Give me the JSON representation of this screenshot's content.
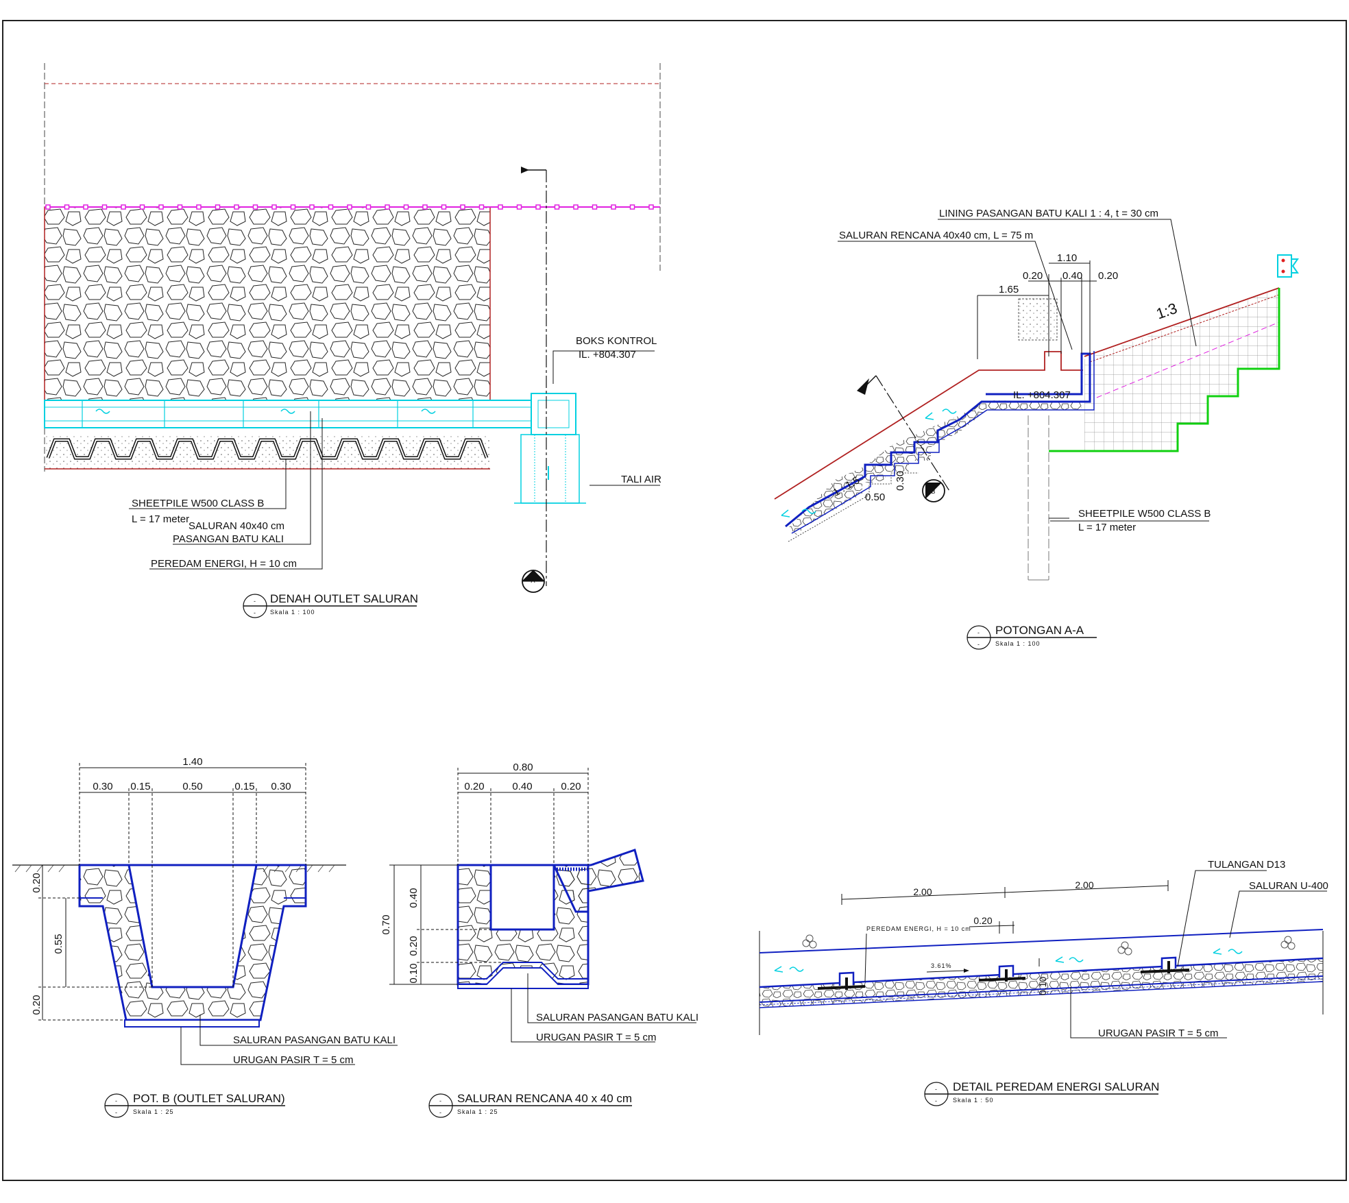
{
  "colors": {
    "blue": "#1020c0",
    "cyan": "#00d0e0",
    "magenta": "#e020e0",
    "red": "#b02020",
    "green": "#10d010",
    "grid": "#8a8a8a"
  },
  "denah": {
    "title": "DENAH OUTLET SALURAN",
    "scale": "Skala 1 : 100",
    "marker": "-",
    "boks_title": "BOKS KONTROL",
    "boks_il": "IL. +804.307",
    "tali_air": "TALI AIR",
    "sheetpile": "SHEETPILE W500 CLASS B",
    "sheetpile_len": "L = 17 meter",
    "saluran": "SALURAN 40x40 cm",
    "pasangan": "PASANGAN BATU KALI",
    "peredam": "PEREDAM ENERGI, H = 10 cm",
    "section_mark": "A"
  },
  "potongan": {
    "title": "POTONGAN A-A",
    "scale": "Skala 1 : 100",
    "marker": "-",
    "lining": "LINING PASANGAN BATU KALI 1 : 4, t = 30 cm",
    "saluran": "SALURAN RENCANA 40x40 cm, L = 75 m",
    "dim_total": "1.10",
    "dim_a": "0.20",
    "dim_b": "0.40",
    "dim_c": "0.20",
    "dim_top": "1.65",
    "slope_top": "1:3",
    "slope_lower": "1 : 1.5",
    "il": "IL. +804.307",
    "step_w": "0.50",
    "step_h": "0.30",
    "section_mark": "B",
    "sheetpile": "SHEETPILE W500 CLASS B",
    "sheetpile_len": "L = 17 meter"
  },
  "potb": {
    "title": "POT. B (OUTLET SALURAN)",
    "scale": "Skala 1 : 25",
    "marker": "-",
    "dim_total": "1.40",
    "dims": [
      "0.30",
      "0.15",
      "0.50",
      "0.15",
      "0.30"
    ],
    "vdims": [
      "0.20",
      "0.55",
      "0.20"
    ],
    "label_saluran": "SALURAN PASANGAN BATU KALI",
    "label_urugan": "URUGAN PASIR T = 5 cm"
  },
  "rencana": {
    "title": "SALURAN RENCANA 40 x 40 cm",
    "scale": "Skala 1 : 25",
    "marker": "-",
    "dim_total": "0.80",
    "dims": [
      "0.20",
      "0.40",
      "0.20"
    ],
    "vdim_total": "0.70",
    "vdims": [
      "0.40",
      "0.20",
      "0.10"
    ],
    "label_saluran": "SALURAN PASANGAN BATU KALI",
    "label_urugan": "URUGAN PASIR T = 5 cm"
  },
  "detail": {
    "title": "DETAIL PEREDAM ENERGI SALURAN",
    "scale": "Skala 1 : 50",
    "marker": "-",
    "dim1": "2.00",
    "dim2": "2.00",
    "dim_small": "0.20",
    "peredam_note": "PEREDAM ENERGI, H = 10 cm",
    "slope_note": "3.61%",
    "tulangan": "TULANGAN D13",
    "saluran_u": "SALURAN U-400",
    "urugan": "URUGAN PASIR T = 5 cm",
    "vdim": "0.10"
  }
}
